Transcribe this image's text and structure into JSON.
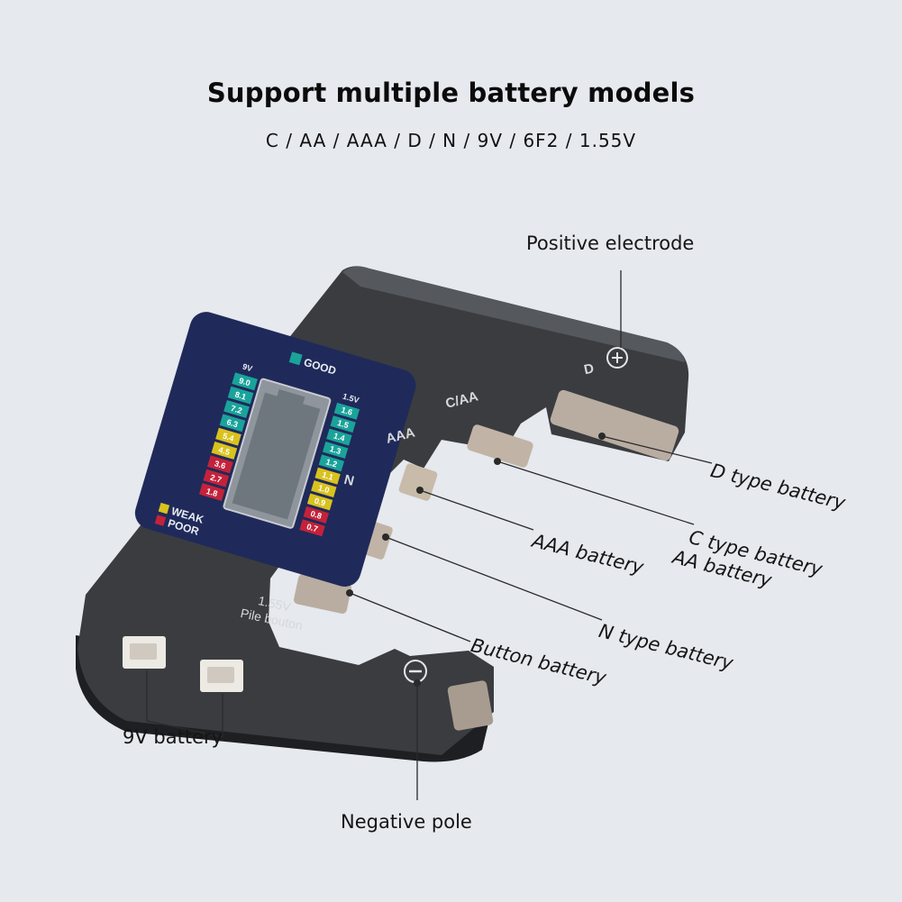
{
  "header": {
    "title": "Support multiple battery models",
    "subtitle": "C / AA / AAA / D / N / 9V / 6F2 / 1.55V"
  },
  "device": {
    "display": {
      "good_label": "GOOD",
      "weak_label": "WEAK",
      "poor_label": "POOR",
      "left_scale_header": "9V",
      "right_scale_header": "1.5V",
      "left_scale": [
        {
          "value": "9.0",
          "color": "#1aa39a"
        },
        {
          "value": "8.1",
          "color": "#1aa39a"
        },
        {
          "value": "7.2",
          "color": "#1aa39a"
        },
        {
          "value": "6.3",
          "color": "#1aa39a"
        },
        {
          "value": "5.4",
          "color": "#d9c21e"
        },
        {
          "value": "4.5",
          "color": "#d9c21e"
        },
        {
          "value": "3.6",
          "color": "#c4223a"
        },
        {
          "value": "2.7",
          "color": "#c4223a"
        },
        {
          "value": "1.8",
          "color": "#c4223a"
        }
      ],
      "right_scale": [
        {
          "value": "1.6",
          "color": "#1aa39a"
        },
        {
          "value": "1.5",
          "color": "#1aa39a"
        },
        {
          "value": "1.4",
          "color": "#1aa39a"
        },
        {
          "value": "1.3",
          "color": "#1aa39a"
        },
        {
          "value": "1.2",
          "color": "#1aa39a"
        },
        {
          "value": "1.1",
          "color": "#d9c21e"
        },
        {
          "value": "1.0",
          "color": "#d9c21e"
        },
        {
          "value": "0.9",
          "color": "#d9c21e"
        },
        {
          "value": "0.8",
          "color": "#c4223a"
        },
        {
          "value": "0.7",
          "color": "#c4223a"
        }
      ]
    },
    "slot_labels": {
      "d": "D",
      "caa": "C/AA",
      "aaa": "AAA",
      "n": "N",
      "button_line1": "1.55V",
      "button_line2": "Pile bouton"
    },
    "positive_symbol": "+",
    "negative_symbol": "−"
  },
  "callouts": {
    "positive": "Positive electrode",
    "d_type": "D type battery",
    "c_type": "C type battery",
    "aa": "AA battery",
    "aaa": "AAA battery",
    "n_type": "N type battery",
    "button": "Button battery",
    "nine_v": "9V battery",
    "negative": "Negative pole"
  },
  "colors": {
    "background": "#e6e9ee",
    "body": "#333539",
    "panel": "#1f2a5a",
    "lcd": "#9aa0a6",
    "good": "#1aa39a",
    "weak": "#d9c21e",
    "poor": "#c4223a"
  }
}
